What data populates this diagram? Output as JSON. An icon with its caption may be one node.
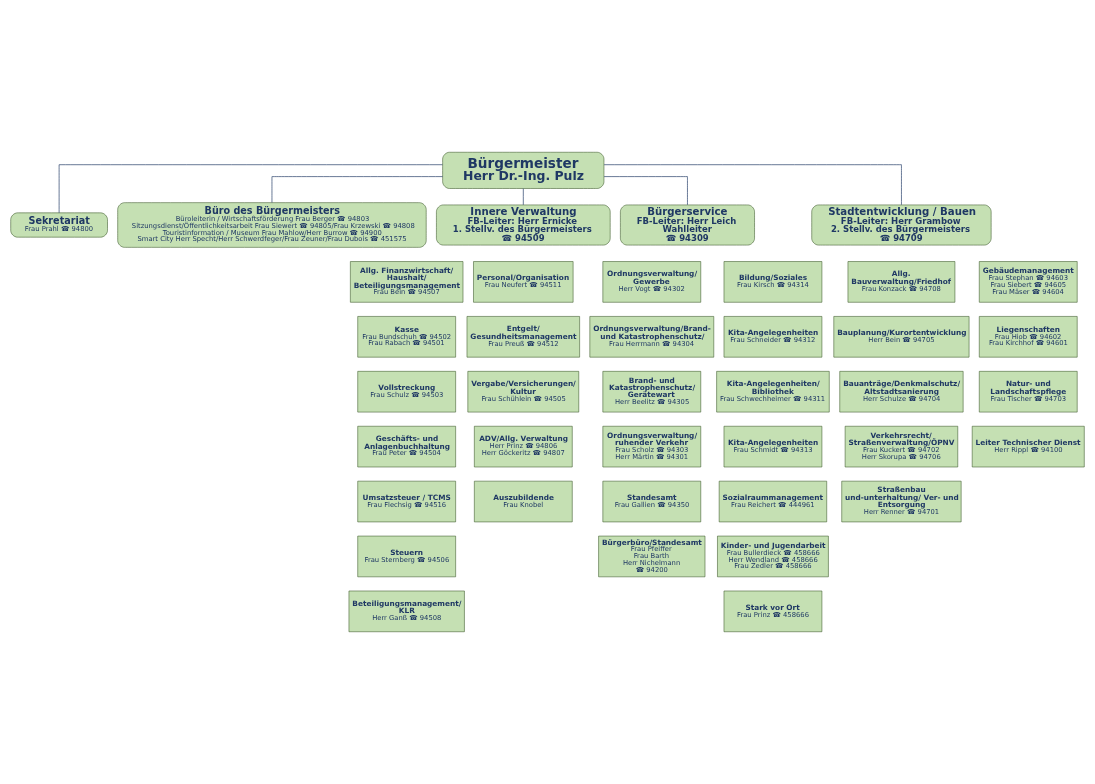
{
  "diagram": {
    "nodes": [
      {
        "text": [
          "Bürgermeister",
          "Herr Dr.-Ing. Pulz"
        ]
      },
      {
        "text": [
          "Sekretariat",
          "Frau Prahl ☎ 94800"
        ]
      },
      {
        "text": [
          "Büro des Bürgermeisters",
          "Büroleiterin / Wirtschaftsförderung Frau Berger ☎ 94803",
          "Sitzungsdienst/Öffentlichkeitsarbeit Frau Siewert ☎ 94805/Frau Krzewski ☎ 94808",
          "Touristinformation / Museum Frau Mahlow/Herr Burrow ☎ 94900",
          "Smart City Herr Specht/Herr Schwerdfeger/Frau Zeuner/Frau Dubois ☎ 451575"
        ]
      },
      {
        "text": [
          "Innere Verwaltung",
          "FB-Leiter: Herr Ernicke",
          "1. Stellv. des Bürgermeisters",
          "☎ 94509"
        ]
      },
      {
        "text": [
          "Bürgerservice",
          "FB-Leiter: Herr Leich",
          "Wahlleiter",
          "☎ 94309"
        ]
      },
      {
        "text": [
          "Stadtentwicklung / Bauen",
          "FB-Leiter: Herr Grambow",
          "2. Stellv. des Bürgermeisters",
          "☎ 94709"
        ]
      },
      {
        "text": [
          "Allg. Finanzwirtschaft/ Haushalt/ Beteiligungsmanagement",
          "Frau Bein ☎ 94507"
        ]
      },
      {
        "text": [
          "Kasse",
          "Frau Bundschuh ☎ 94502",
          "Frau Rabach ☎ 94501"
        ]
      },
      {
        "text": [
          "Vollstreckung",
          "Frau Schulz ☎ 94503"
        ]
      },
      {
        "text": [
          "Geschäfts- und Anlagenbuchhaltung",
          "Frau Peter ☎ 94504"
        ]
      },
      {
        "text": [
          "Umsatzsteuer / TCMS",
          "Frau Flechsig ☎ 94516"
        ]
      },
      {
        "text": [
          "Steuern",
          "Frau Sternberg ☎ 94506"
        ]
      },
      {
        "text": [
          "Beteiligungsmanagement/ KLR",
          "Herr Ganß ☎ 94508"
        ]
      },
      {
        "text": [
          "Personal/Organisation",
          "Frau Neufert ☎ 94511"
        ]
      },
      {
        "text": [
          "Entgelt/ Gesundheitsmanagement",
          "Frau Preuß ☎ 94512"
        ]
      },
      {
        "text": [
          "Vergabe/Versicherungen/ Kultur",
          "Frau Schühlein ☎ 94505"
        ]
      },
      {
        "text": [
          "ADV/Allg. Verwaltung",
          "Herr Prinz ☎ 94806",
          "Herr Göckeritz ☎ 94807"
        ]
      },
      {
        "text": [
          "Auszubildende",
          "Frau Knobel"
        ]
      },
      {
        "text": [
          "Ordnungsverwaltung/ Gewerbe",
          "Herr Vogt ☎ 94302"
        ]
      },
      {
        "text": [
          "Ordnungsverwaltung/Brand- und Katastrophenschutz/",
          "Frau Herrmann ☎ 94304"
        ]
      },
      {
        "text": [
          "Brand- und Katastrophenschutz/ Gerätewart",
          "Herr Beelitz ☎ 94305"
        ]
      },
      {
        "text": [
          "Ordnungsverwaltung/ ruhender Verkehr",
          "Frau Scholz ☎ 94303",
          "Herr Märtin ☎ 94301"
        ]
      },
      {
        "text": [
          "Standesamt",
          "Frau Gallien ☎ 94350"
        ]
      },
      {
        "text": [
          "Bürgerbüro/Standesamt",
          "Frau Pfeiffer",
          "Frau Barth",
          "Herr Nichelmann",
          "☎ 94200"
        ]
      },
      {
        "text": [
          "Bildung/Soziales",
          "Frau Kirsch ☎ 94314"
        ]
      },
      {
        "text": [
          "Kita-Angelegenheiten",
          "Frau Schneider ☎ 94312"
        ]
      },
      {
        "text": [
          "Kita-Angelegenheiten/ Bibliothek",
          "Frau Schwechheimer ☎ 94311"
        ]
      },
      {
        "text": [
          "Kita-Angelegenheiten",
          "Frau Schmidt ☎ 94313"
        ]
      },
      {
        "text": [
          "Sozialraummanagement",
          "Frau Reichert ☎ 444961"
        ]
      },
      {
        "text": [
          "Kinder- und Jugendarbeit",
          "Frau Bullerdieck ☎ 458666",
          "Herr Wendland ☎ 458666",
          "Frau Zedler ☎ 458666"
        ]
      },
      {
        "text": [
          "Stark vor Ort",
          "Frau Prinz ☎ 458666"
        ]
      },
      {
        "text": [
          "Allg. Bauverwaltung/Friedhof",
          "Frau Konzack ☎ 94708"
        ]
      },
      {
        "text": [
          "Bauplanung/Kurortentwicklung",
          "Herr Bein ☎ 94705"
        ]
      },
      {
        "text": [
          "Bauanträge/Denkmalschutz/ Altstadtsanierung",
          "Herr Schulze ☎ 94704"
        ]
      },
      {
        "text": [
          "Verkehrsrecht/ Straßenverwaltung/ÖPNV",
          "Frau Kuckert ☎ 94702",
          "Herr Skorupa ☎ 94706"
        ]
      },
      {
        "text": [
          "Straßenbau und-unterhaltung/ Ver- und Entsorgung",
          "Herr Renner ☎ 94701"
        ]
      },
      {
        "text": [
          "Gebäudemanagement",
          "Frau Stephan ☎ 94603",
          "Frau Siebert ☎ 94605",
          "Frau Mäser ☎ 94604"
        ]
      },
      {
        "text": [
          "Liegenschaften",
          "Frau Hiob ☎ 94602",
          "Frau Kirchhof ☎ 94601"
        ]
      },
      {
        "text": [
          "Natur- und Landschaftspflege",
          "Frau Tischer ☎ 94703"
        ]
      },
      {
        "text": [
          "Leiter Technischer Dienst",
          "Herr Rippl ☎ 94100"
        ]
      }
    ],
    "edges": [
      {
        "from": 0,
        "to": 1,
        "arrow": "none"
      },
      {
        "from": 0,
        "to": 2,
        "arrow": "none"
      },
      {
        "from": 0,
        "to": 3,
        "arrow": "none"
      },
      {
        "from": 0,
        "to": 4,
        "arrow": "none"
      },
      {
        "from": 0,
        "to": 5,
        "arrow": "none"
      }
    ]
  }
}
